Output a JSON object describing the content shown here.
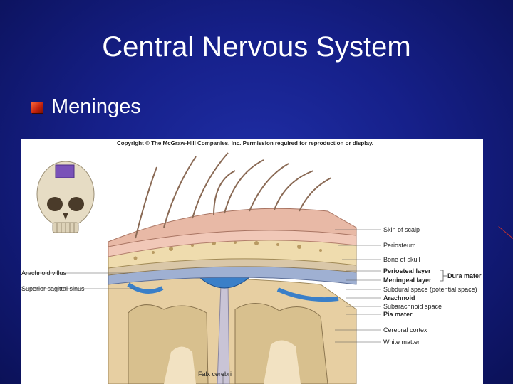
{
  "slide": {
    "title": "Central Nervous System",
    "bullet": "Meninges"
  },
  "figure": {
    "copyright": "Copyright © The McGraw-Hill Companies, Inc. Permission required for reproduction or display.",
    "labels_right": {
      "skin": "Skin of scalp",
      "periosteum": "Periosteum",
      "bone": "Bone of skull",
      "periosteal": "Periosteal layer",
      "meningeal": "Meningeal layer",
      "dura": "Dura mater",
      "subdural": "Subdural space (potential space)",
      "arachnoid": "Arachnoid",
      "subarachnoid": "Subarachnoid space",
      "pia": "Pia mater",
      "cortex": "Cerebral cortex",
      "white": "White matter"
    },
    "labels_left": {
      "villus": "Arachnoid villus",
      "sinus": "Superior sagittal sinus"
    },
    "label_bottom": "Falx cerebri"
  },
  "colors": {
    "background": "#16208a",
    "bullet": "#d0301a",
    "skin": "#e8b9a6",
    "bone": "#efdcae",
    "sinus": "#3a7fc8",
    "brain": "#e7cfa2"
  }
}
